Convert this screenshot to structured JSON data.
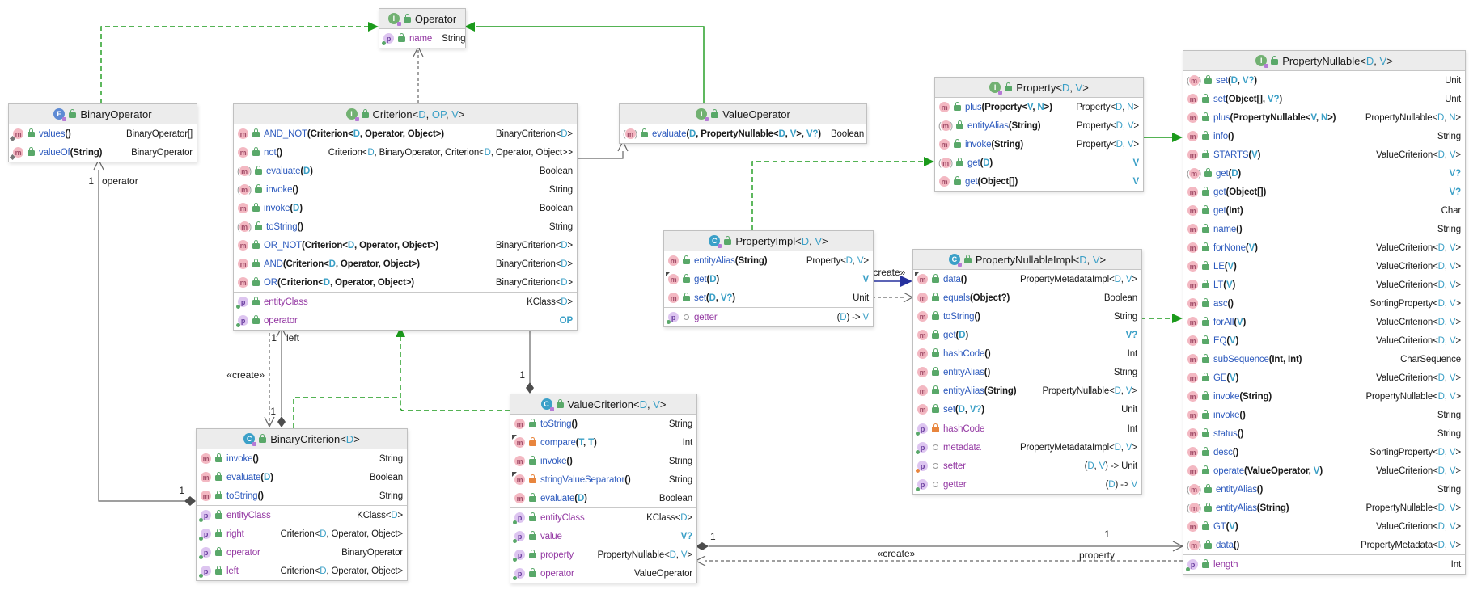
{
  "diagram": {
    "icons": {
      "interface": "I",
      "class": "C",
      "enum": "E",
      "lock_public": "lock-green",
      "lock_private": "lock-orange",
      "visibility_internal": "circle",
      "static_marker": "diamond",
      "override_marker": "triangle"
    },
    "colors": {
      "method-name": "#2E5BBE",
      "property-name": "#9439A3",
      "generic": "#3A9FC6",
      "edge-green": "#1B9A1B",
      "edge-gray": "#666666",
      "edge-navy": "#26319E",
      "lock-public": "#59A869",
      "lock-private": "#E8853D",
      "header-bg": "#ECECEC",
      "box-border": "#C0C0C0"
    },
    "edges": {
      "labels": {
        "create": "«create»",
        "one": "1",
        "operator": "operator",
        "left": "left",
        "property": "property"
      }
    },
    "classes": [
      {
        "id": "operator",
        "type": "interface",
        "name": "Operator",
        "generics": "",
        "members": [
          {
            "k": "p",
            "n": "name",
            "t": "String"
          }
        ]
      },
      {
        "id": "binaryOperator",
        "type": "enum",
        "name": "BinaryOperator",
        "generics": "",
        "members": [
          {
            "k": "m",
            "n": "values",
            "p": "()",
            "t": "BinaryOperator[]",
            "st": true
          },
          {
            "k": "m",
            "n": "valueOf",
            "p": "(String)",
            "t": "BinaryOperator",
            "st": true
          }
        ]
      },
      {
        "id": "criterion",
        "type": "interface",
        "name": "Criterion",
        "generics": "<D, OP, V>",
        "members": [
          {
            "k": "m",
            "n": "AND_NOT",
            "p": "(Criterion<D, Operator, Object>)",
            "t": "BinaryCriterion<D>"
          },
          {
            "k": "m",
            "n": "not",
            "p": "()",
            "t": "Criterion<D, BinaryOperator, Criterion<D, Operator, Object>>"
          },
          {
            "k": "m",
            "n": "evaluate",
            "p": "(D)",
            "t": "Boolean",
            "a": true
          },
          {
            "k": "m",
            "n": "invoke",
            "p": "()",
            "t": "String",
            "a": true
          },
          {
            "k": "m",
            "n": "invoke",
            "p": "(D)",
            "t": "Boolean"
          },
          {
            "k": "m",
            "n": "toString",
            "p": "()",
            "t": "String",
            "a": true
          },
          {
            "k": "m",
            "n": "OR_NOT",
            "p": "(Criterion<D, Operator, Object>)",
            "t": "BinaryCriterion<D>"
          },
          {
            "k": "m",
            "n": "AND",
            "p": "(Criterion<D, Operator, Object>)",
            "t": "BinaryCriterion<D>"
          },
          {
            "k": "m",
            "n": "OR",
            "p": "(Criterion<D, Operator, Object>)",
            "t": "BinaryCriterion<D>"
          },
          {
            "k": "p",
            "n": "entityClass",
            "t": "KClass<D>"
          },
          {
            "k": "p",
            "n": "operator",
            "t": "OP"
          }
        ]
      },
      {
        "id": "valueOperator",
        "type": "interface",
        "name": "ValueOperator",
        "generics": "",
        "members": [
          {
            "k": "m",
            "n": "evaluate",
            "p": "(D, PropertyNullable<D, V>, V?)",
            "t": "Boolean",
            "a": true
          }
        ]
      },
      {
        "id": "property",
        "type": "interface",
        "name": "Property",
        "generics": "<D, V>",
        "members": [
          {
            "k": "m",
            "n": "plus",
            "p": "(Property<V, N>)",
            "t": "Property<D, N>"
          },
          {
            "k": "m",
            "n": "entityAlias",
            "p": "(String)",
            "t": "Property<D, V>",
            "a": true
          },
          {
            "k": "m",
            "n": "invoke",
            "p": "(String)",
            "t": "Property<D, V>"
          },
          {
            "k": "m",
            "n": "get",
            "p": "(D)",
            "t": "V",
            "a": true
          },
          {
            "k": "m",
            "n": "get",
            "p": "(Object[])",
            "t": "V"
          }
        ]
      },
      {
        "id": "propertyNullable",
        "type": "interface",
        "name": "PropertyNullable",
        "generics": "<D, V>",
        "members": [
          {
            "k": "m",
            "n": "set",
            "p": "(D, V?)",
            "t": "Unit",
            "a": true
          },
          {
            "k": "m",
            "n": "set",
            "p": "(Object[], V?)",
            "t": "Unit"
          },
          {
            "k": "m",
            "n": "plus",
            "p": "(PropertyNullable<V, N>)",
            "t": "PropertyNullable<D, N>"
          },
          {
            "k": "m",
            "n": "info",
            "p": "()",
            "t": "String"
          },
          {
            "k": "m",
            "n": "STARTS",
            "p": "(V)",
            "t": "ValueCriterion<D, V>"
          },
          {
            "k": "m",
            "n": "get",
            "p": "(D)",
            "t": "V?",
            "a": true
          },
          {
            "k": "m",
            "n": "get",
            "p": "(Object[])",
            "t": "V?"
          },
          {
            "k": "m",
            "n": "get",
            "p": "(Int)",
            "t": "Char"
          },
          {
            "k": "m",
            "n": "name",
            "p": "()",
            "t": "String"
          },
          {
            "k": "m",
            "n": "forNone",
            "p": "(V)",
            "t": "ValueCriterion<D, V>"
          },
          {
            "k": "m",
            "n": "LE",
            "p": "(V)",
            "t": "ValueCriterion<D, V>"
          },
          {
            "k": "m",
            "n": "LT",
            "p": "(V)",
            "t": "ValueCriterion<D, V>"
          },
          {
            "k": "m",
            "n": "asc",
            "p": "()",
            "t": "SortingProperty<D, V>"
          },
          {
            "k": "m",
            "n": "forAll",
            "p": "(V)",
            "t": "ValueCriterion<D, V>"
          },
          {
            "k": "m",
            "n": "EQ",
            "p": "(V)",
            "t": "ValueCriterion<D, V>"
          },
          {
            "k": "m",
            "n": "subSequence",
            "p": "(Int, Int)",
            "t": "CharSequence"
          },
          {
            "k": "m",
            "n": "GE",
            "p": "(V)",
            "t": "ValueCriterion<D, V>"
          },
          {
            "k": "m",
            "n": "invoke",
            "p": "(String)",
            "t": "PropertyNullable<D, V>"
          },
          {
            "k": "m",
            "n": "invoke",
            "p": "()",
            "t": "String"
          },
          {
            "k": "m",
            "n": "status",
            "p": "()",
            "t": "String"
          },
          {
            "k": "m",
            "n": "desc",
            "p": "()",
            "t": "SortingProperty<D, V>"
          },
          {
            "k": "m",
            "n": "operate",
            "p": "(ValueOperator, V)",
            "t": "ValueCriterion<D, V>"
          },
          {
            "k": "m",
            "n": "entityAlias",
            "p": "()",
            "t": "String",
            "a": true
          },
          {
            "k": "m",
            "n": "entityAlias",
            "p": "(String)",
            "t": "PropertyNullable<D, V>",
            "a": true
          },
          {
            "k": "m",
            "n": "GT",
            "p": "(V)",
            "t": "ValueCriterion<D, V>"
          },
          {
            "k": "m",
            "n": "data",
            "p": "()",
            "t": "PropertyMetadata<D, V>",
            "a": true
          },
          {
            "k": "p",
            "n": "length",
            "t": "Int"
          }
        ]
      },
      {
        "id": "propertyImpl",
        "type": "class",
        "name": "PropertyImpl",
        "generics": "<D, V>",
        "members": [
          {
            "k": "m",
            "n": "entityAlias",
            "p": "(String)",
            "t": "Property<D, V>"
          },
          {
            "k": "m",
            "n": "get",
            "p": "(D)",
            "t": "V",
            "ov": true
          },
          {
            "k": "m",
            "n": "set",
            "p": "(D, V?)",
            "t": "Unit"
          },
          {
            "k": "p",
            "n": "getter",
            "t": "(D) -> V",
            "vis": "int"
          }
        ]
      },
      {
        "id": "propertyNullableImpl",
        "type": "class",
        "name": "PropertyNullableImpl",
        "generics": "<D, V>",
        "members": [
          {
            "k": "m",
            "n": "data",
            "p": "()",
            "t": "PropertyMetadataImpl<D, V>",
            "ov": true
          },
          {
            "k": "m",
            "n": "equals",
            "p": "(Object?)",
            "t": "Boolean"
          },
          {
            "k": "m",
            "n": "toString",
            "p": "()",
            "t": "String"
          },
          {
            "k": "m",
            "n": "get",
            "p": "(D)",
            "t": "V?"
          },
          {
            "k": "m",
            "n": "hashCode",
            "p": "()",
            "t": "Int"
          },
          {
            "k": "m",
            "n": "entityAlias",
            "p": "()",
            "t": "String"
          },
          {
            "k": "m",
            "n": "entityAlias",
            "p": "(String)",
            "t": "PropertyNullable<D, V>"
          },
          {
            "k": "m",
            "n": "set",
            "p": "(D, V?)",
            "t": "Unit"
          },
          {
            "k": "p",
            "n": "hashCode",
            "t": "Int",
            "vis": "priv"
          },
          {
            "k": "p",
            "n": "metadata",
            "t": "PropertyMetadataImpl<D, V>",
            "vis": "int"
          },
          {
            "k": "p",
            "n": "setter",
            "t": "(D, V) -> Unit",
            "vis": "int",
            "var": true
          },
          {
            "k": "p",
            "n": "getter",
            "t": "(D) -> V",
            "vis": "int"
          }
        ]
      },
      {
        "id": "binaryCriterion",
        "type": "class",
        "name": "BinaryCriterion",
        "generics": "<D>",
        "members": [
          {
            "k": "m",
            "n": "invoke",
            "p": "()",
            "t": "String"
          },
          {
            "k": "m",
            "n": "evaluate",
            "p": "(D)",
            "t": "Boolean"
          },
          {
            "k": "m",
            "n": "toString",
            "p": "()",
            "t": "String"
          },
          {
            "k": "p",
            "n": "entityClass",
            "t": "KClass<D>"
          },
          {
            "k": "p",
            "n": "right",
            "t": "Criterion<D, Operator, Object>"
          },
          {
            "k": "p",
            "n": "operator",
            "t": "BinaryOperator"
          },
          {
            "k": "p",
            "n": "left",
            "t": "Criterion<D, Operator, Object>"
          }
        ]
      },
      {
        "id": "valueCriterion",
        "type": "class",
        "name": "ValueCriterion",
        "generics": "<D, V>",
        "members": [
          {
            "k": "m",
            "n": "toString",
            "p": "()",
            "t": "String"
          },
          {
            "k": "m",
            "n": "compare",
            "p": "(T, T)",
            "t": "Int",
            "vis": "priv",
            "ov": true
          },
          {
            "k": "m",
            "n": "invoke",
            "p": "()",
            "t": "String"
          },
          {
            "k": "m",
            "n": "stringValueSeparator",
            "p": "()",
            "t": "String",
            "vis": "priv",
            "ov": true
          },
          {
            "k": "m",
            "n": "evaluate",
            "p": "(D)",
            "t": "Boolean"
          },
          {
            "k": "p",
            "n": "entityClass",
            "t": "KClass<D>"
          },
          {
            "k": "p",
            "n": "value",
            "t": "V?"
          },
          {
            "k": "p",
            "n": "property",
            "t": "PropertyNullable<D, V>"
          },
          {
            "k": "p",
            "n": "operator",
            "t": "ValueOperator"
          }
        ]
      }
    ]
  }
}
